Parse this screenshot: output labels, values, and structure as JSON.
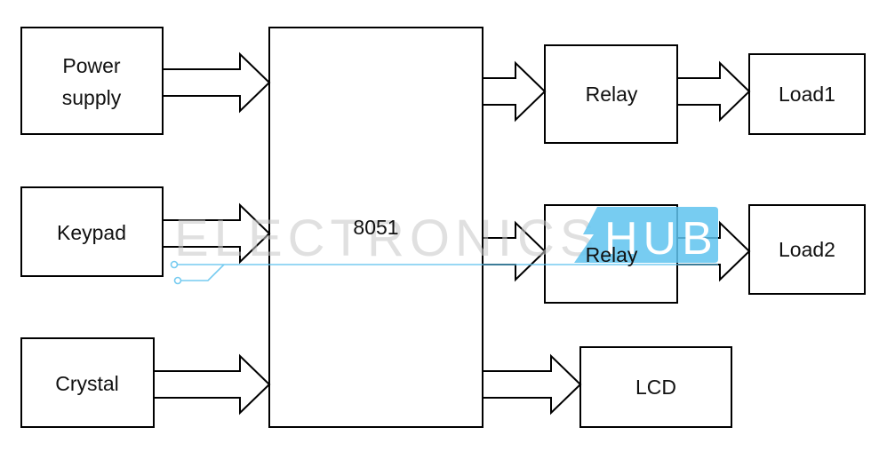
{
  "blocks": {
    "power_supply": [
      "Power",
      "supply"
    ],
    "keypad": "Keypad",
    "crystal": "Crystal",
    "mcu": "8051",
    "relay1": "Relay",
    "relay2": "Relay",
    "lcd": "LCD",
    "load1": "Load1",
    "load2": "Load2"
  },
  "watermark": {
    "text": "ELECTRONICS",
    "hub": "HUB",
    "accent_color": "#5fc3ee"
  }
}
